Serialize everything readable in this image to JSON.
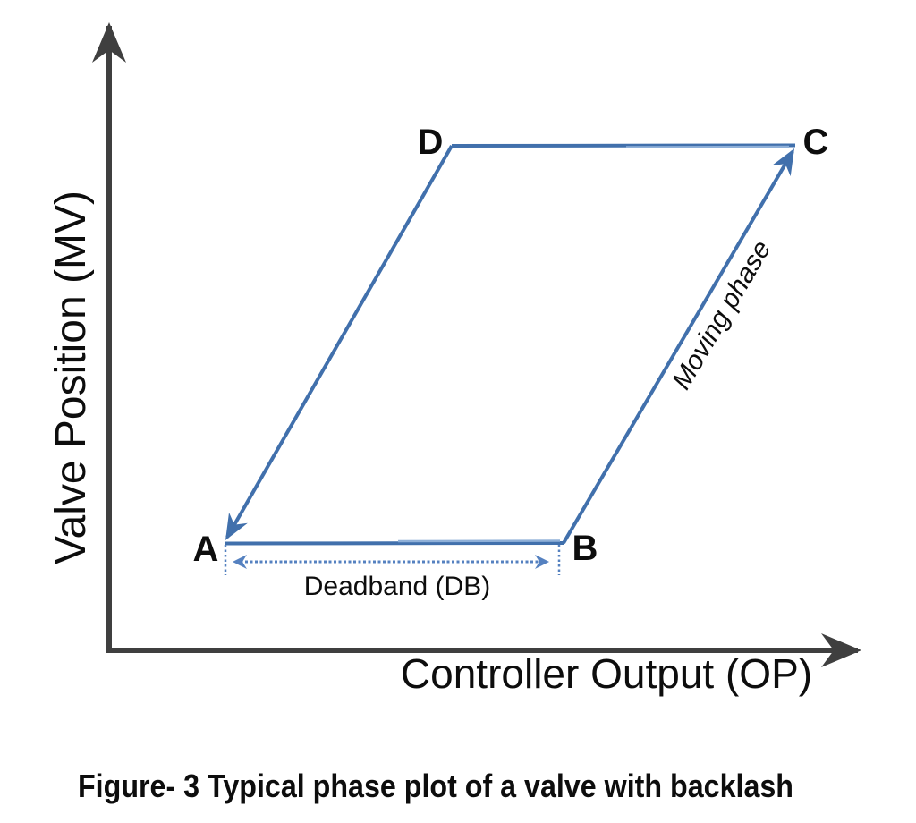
{
  "figure": {
    "caption": "Figure- 3 Typical phase plot of a valve with backlash",
    "axes": {
      "y_label": "Valve Position (MV)",
      "x_label": "Controller Output (OP)"
    },
    "vertices": {
      "a": "A",
      "b": "B",
      "c": "C",
      "d": "D"
    },
    "annotations": {
      "deadband": "Deadband (DB)",
      "moving_phase": "Moving phase"
    },
    "colors": {
      "plot_line_blue": "#4170ac",
      "plot_line_highlight": "#8fb0d8",
      "deadband_blue": "#5581c0",
      "axis_gray": "#3f3f3f",
      "text_black": "#0d0d0d"
    }
  }
}
